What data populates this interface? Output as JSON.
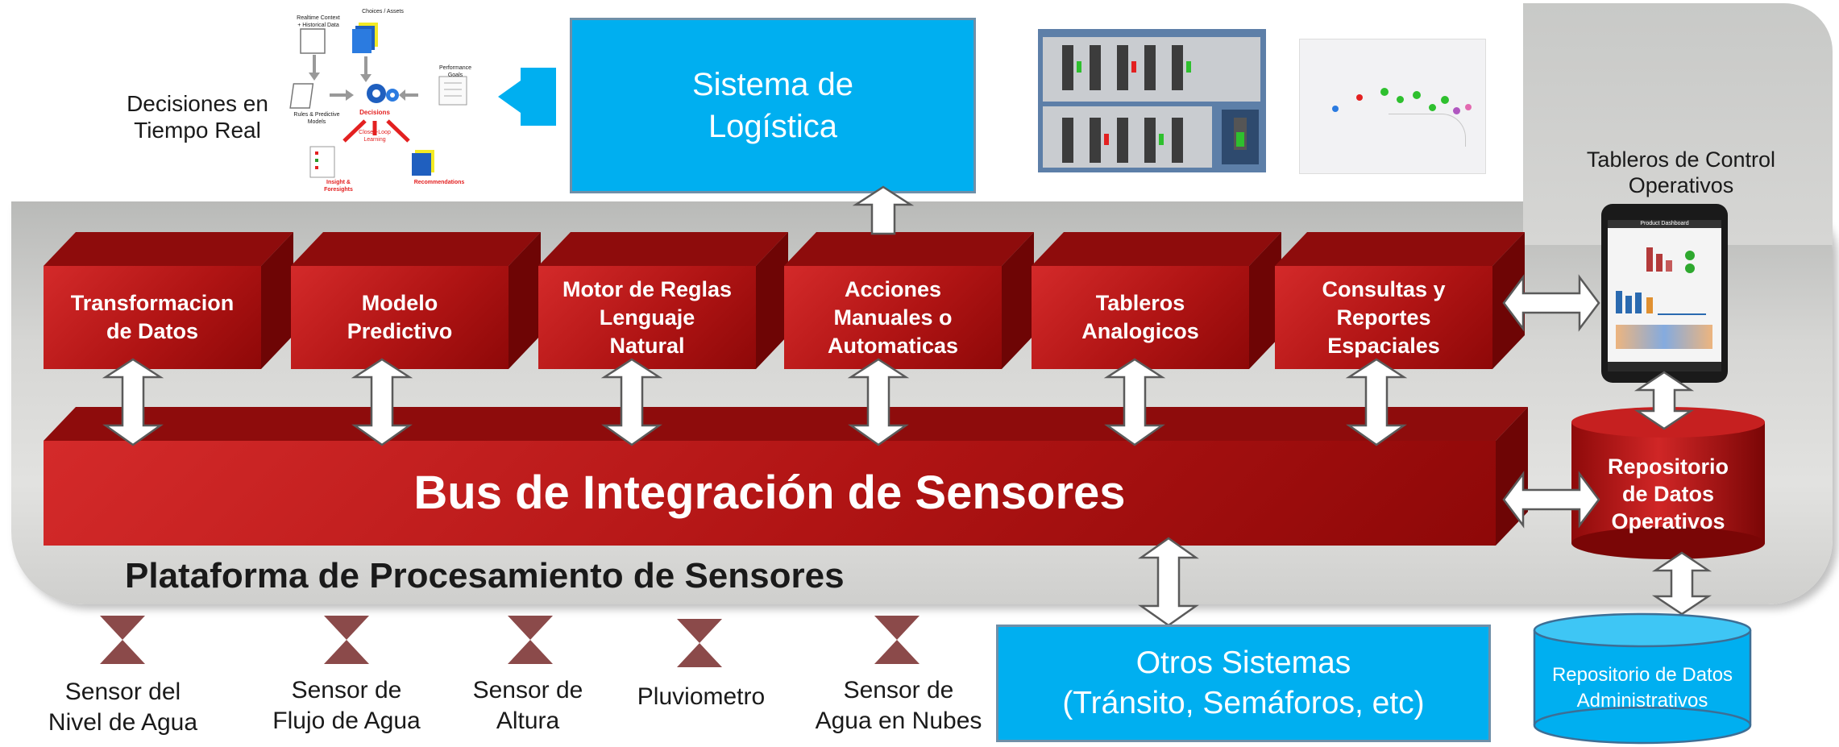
{
  "decisions": {
    "label": "Decisiones en\nTiempo Real",
    "mini": {
      "realtime": "Realtime Context\n+ Historical Data",
      "choices": "Choices / Assets",
      "performance": "Performance\nGoals",
      "rules": "Rules & Predictive\nModels",
      "decisions": "Decisions",
      "closed_loop": "Closed-Loop\nLearning",
      "insight": "Insight &\nForesights",
      "recommendations": "Recommendations"
    }
  },
  "logistics": {
    "label": "Sistema de\nLogística"
  },
  "dashboards_label": "Tableros de Control\nOperativos",
  "tablet_title": "Product Dashboard",
  "modules": [
    {
      "label": "Transformacion\nde  Datos"
    },
    {
      "label": "Modelo\nPredictivo"
    },
    {
      "label": "Motor de Reglas\nLenguaje\nNatural"
    },
    {
      "label": "Acciones\nManuales o\nAutomaticas"
    },
    {
      "label": "Tableros\nAnalogicos"
    },
    {
      "label": "Consultas y\nReportes\nEspaciales"
    }
  ],
  "bus": {
    "label": "Bus de Integración de Sensores"
  },
  "repo_operational": {
    "label": "Repositorio\nde Datos\nOperativos"
  },
  "platform": {
    "label": "Plataforma de Procesamiento de Sensores"
  },
  "sensors": [
    {
      "label": "Sensor del\nNivel de Agua"
    },
    {
      "label": "Sensor de\nFlujo de Agua"
    },
    {
      "label": "Sensor de\nAltura"
    },
    {
      "label": "Pluviometro"
    },
    {
      "label": "Sensor de\nAgua en Nubes"
    }
  ],
  "other_systems": {
    "label": "Otros Sistemas\n(Tránsito, Semáforos, etc)"
  },
  "repo_admin": {
    "label": "Repositorio de Datos\nAdministrativos"
  },
  "colors": {
    "red": "#b01414",
    "blue": "#00aff0",
    "sensor": "#8b4a4a"
  }
}
